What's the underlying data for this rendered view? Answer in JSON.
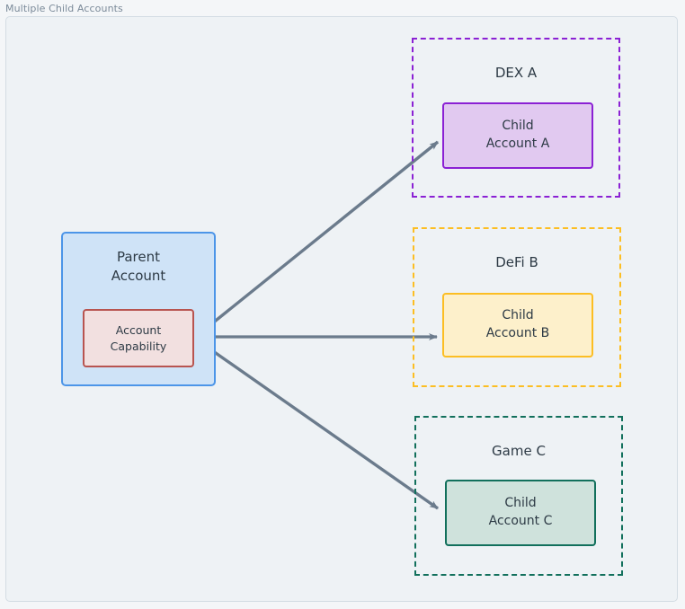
{
  "diagram": {
    "title": "Multiple Child Accounts",
    "parent": {
      "label": "Parent\nAccount",
      "capability_label": "Account\nCapability",
      "fill": "#cfe3f7",
      "stroke": "#4c95e8",
      "capability_fill": "#f2e0e0",
      "capability_stroke": "#b85450"
    },
    "groups": [
      {
        "name": "dex",
        "title": "DEX A",
        "child_label": "Child\nAccount A",
        "stroke": "#8b21d4",
        "child_fill": "#e1c9f0"
      },
      {
        "name": "defi",
        "title": "DeFi B",
        "child_label": "Child\nAccount B",
        "stroke": "#fcbe23",
        "child_fill": "#fdf0cb"
      },
      {
        "name": "game",
        "title": "Game C",
        "child_label": "Child\nAccount C",
        "stroke": "#12705c",
        "child_fill": "#cfe2dc"
      }
    ],
    "connectors": [
      {
        "name": "capability-to-child-a",
        "from": "Account Capability",
        "to": "Child Account A"
      },
      {
        "name": "capability-to-child-b",
        "from": "Account Capability",
        "to": "Child Account B"
      },
      {
        "name": "capability-to-child-c",
        "from": "Account Capability",
        "to": "Child Account C"
      }
    ],
    "arrow_color": "#6b7b8c",
    "canvas_background": "#eef2f5",
    "canvas_border": "#d3dce3",
    "text_color": "#2d3a45",
    "title_color": "#7b8a99"
  }
}
